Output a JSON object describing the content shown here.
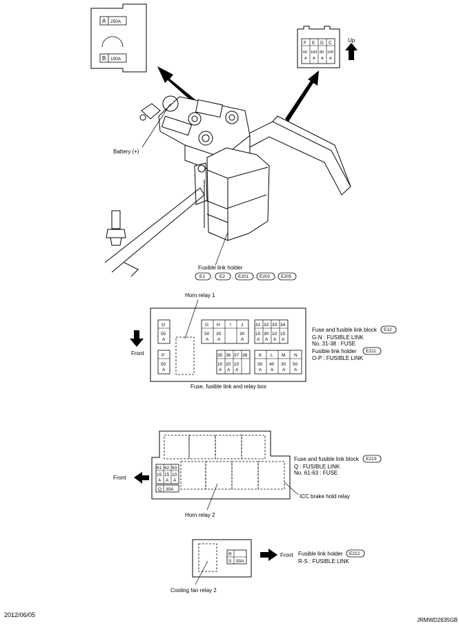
{
  "top_left_fuse": {
    "row_a": {
      "letter": "A",
      "amp": "250A"
    },
    "row_b": {
      "letter": "B",
      "amp": "100A"
    }
  },
  "top_right_fuse": {
    "letters": [
      "F",
      "E",
      "D",
      "C"
    ],
    "amps_top": [
      "60",
      "100",
      "80",
      "100"
    ],
    "amps_bottom": [
      "A",
      "A",
      "A",
      "A"
    ],
    "up_label": "Up"
  },
  "battery_label": "Battery (+)",
  "holder": {
    "label": "Fusible link holder",
    "connectors": [
      "E1",
      "E2",
      "E201",
      "E202",
      "E205"
    ]
  },
  "box1": {
    "horn_relay_label": "Horn relay 1",
    "front_label": "Front",
    "caption": "Fuse, fusible link and relay box",
    "O": {
      "letter": "O",
      "amp": "50",
      "unit": "A"
    },
    "P": {
      "letter": "P",
      "amp": "50",
      "unit": "A"
    },
    "G_J": {
      "letters": [
        "G",
        "H",
        "I",
        "J"
      ],
      "amps": [
        "50",
        "30",
        "",
        "30"
      ],
      "units": [
        "A",
        "A",
        "",
        "A"
      ]
    },
    "f31_34": {
      "nums": [
        "31",
        "32",
        "33",
        "34"
      ],
      "amps": [
        "15",
        "30",
        "10",
        "15"
      ],
      "units": [
        "A",
        "A",
        "A",
        "A"
      ]
    },
    "f35_38": {
      "nums": [
        "35",
        "36",
        "37",
        "38"
      ],
      "amps": [
        "10",
        "20",
        "10",
        ""
      ],
      "units": [
        "A",
        "A",
        "A",
        ""
      ]
    },
    "K_N": {
      "letters": [
        "K",
        "L",
        "M",
        "N"
      ],
      "amps": [
        "30",
        "40",
        "30",
        "50"
      ],
      "units": [
        "A",
        "A",
        "A",
        "A"
      ]
    },
    "legend": {
      "line1": "Fuse and fusible link block",
      "badge1": "E12",
      "line2": "G-N : FUSIBLE LINK",
      "line3": "No. 31-38 : FUSE",
      "line4": "Fusible link holder",
      "badge2": "E211",
      "line5": "O-P : FUSIBLE LINK"
    }
  },
  "box2": {
    "front_label": "Front",
    "nums": [
      "61",
      "62",
      "63"
    ],
    "amps": [
      "15",
      "15",
      "10"
    ],
    "units": [
      "A",
      "A",
      "A"
    ],
    "q_letter": "Q",
    "q_amp": "30A",
    "legend": {
      "line1": "Fuse and fusible link block",
      "badge": "E213",
      "line2": "Q : FUSIBLE LINK",
      "line3": "No. 61-63 : FUSE"
    },
    "icc_label": "ICC brake hold relay",
    "horn_relay2_label": "Horn relay 2"
  },
  "box3": {
    "r_letter": "R",
    "s_letter": "S",
    "s_amp": "50A",
    "front_label": "Front",
    "legend": {
      "line1": "Fusible link holder",
      "badge": "E212",
      "line2": "R-S : FUSIBLE LINK"
    },
    "cooling_label": "Cooling fan relay 2"
  },
  "footer": {
    "date": "2012/06/05",
    "code": "JRMWD2635GB"
  }
}
